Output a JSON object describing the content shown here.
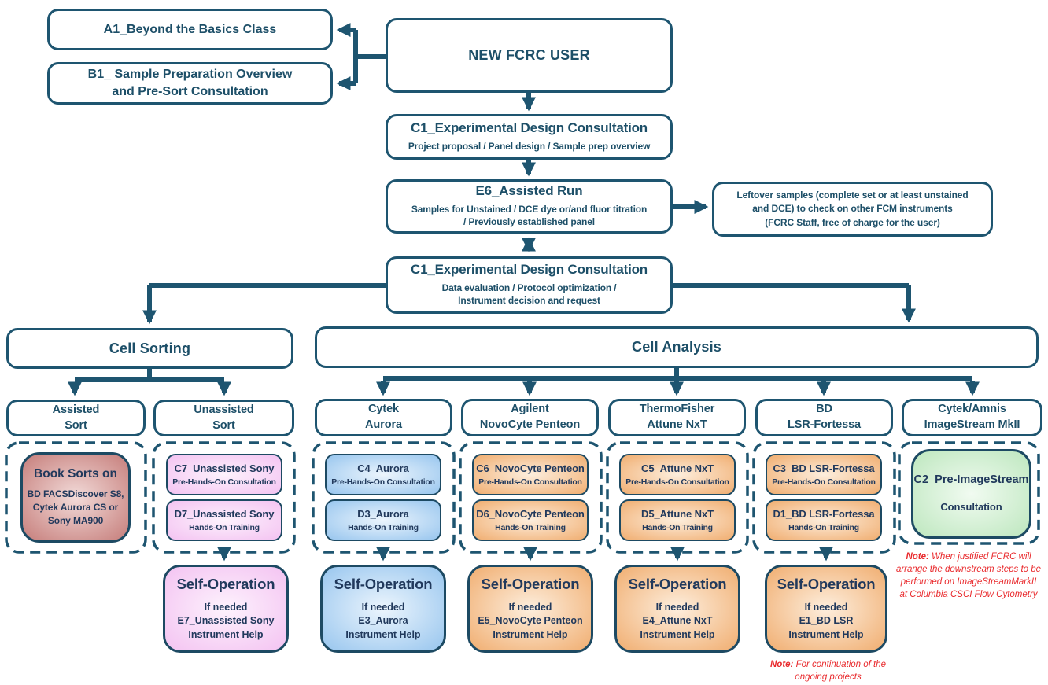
{
  "flow": {
    "a1": "A1_Beyond the Basics Class",
    "b1": "B1_ Sample Preparation Overview\nand Pre-Sort Consultation",
    "new_user": "NEW FCRC USER",
    "c1_first": {
      "title": "C1_Experimental Design Consultation",
      "sub": "Project proposal / Panel design / Sample prep overview"
    },
    "e6": {
      "title": "E6_Assisted Run",
      "sub": "Samples for Unstained / DCE dye or/and fluor titration\n/ Previously established panel"
    },
    "leftover": "Leftover samples (complete set or at least unstained\nand DCE) to check on other FCM instruments\n(FCRC Staff, free of charge for the user)",
    "c1_second": {
      "title": "C1_Experimental Design Consultation",
      "sub": "Data evaluation / Protocol optimization /\nInstrument decision and request"
    },
    "cell_sorting": "Cell Sorting",
    "cell_analysis": "Cell Analysis",
    "headers": {
      "assisted": "Assisted\nSort",
      "unassisted": "Unassisted\nSort",
      "aurora": "Cytek\nAurora",
      "novocyte": "Agilent\nNovoCyte Penteon",
      "attune": "ThermoFisher\nAttune NxT",
      "bd": "BD\nLSR-Fortessa",
      "imagestream": "Cytek/Amnis\nImageStream MkII"
    },
    "book_sorts": {
      "title": "Book Sorts on",
      "sub": "BD FACSDiscover S8,\nCytek Aurora CS or\nSony MA900"
    },
    "steps": {
      "c7": {
        "title": "C7_Unassisted Sony",
        "sub": "Pre-Hands-On Consultation"
      },
      "d7": {
        "title": "D7_Unassisted Sony",
        "sub": "Hands-On Training"
      },
      "c4": {
        "title": "C4_Aurora",
        "sub": "Pre-Hands-On Consultation"
      },
      "d3": {
        "title": "D3_Aurora",
        "sub": "Hands-On Training"
      },
      "c6": {
        "title": "C6_NovoCyte Penteon",
        "sub": "Pre-Hands-On Consultation"
      },
      "d6": {
        "title": "D6_NovoCyte Penteon",
        "sub": "Hands-On Training"
      },
      "c5": {
        "title": "C5_Attune NxT",
        "sub": "Pre-Hands-On Consultation"
      },
      "d5": {
        "title": "D5_Attune NxT",
        "sub": "Hands-On Training"
      },
      "c3": {
        "title": "C3_BD LSR-Fortessa",
        "sub": "Pre-Hands-On Consultation"
      },
      "d1": {
        "title": "D1_BD LSR-Fortessa",
        "sub": "Hands-On Training"
      },
      "c2": {
        "title": "C2_Pre-ImageStream",
        "sub": "Consultation"
      }
    },
    "self_op": {
      "title": "Self-Operation",
      "sony": "If needed\nE7_Unassisted Sony\nInstrument Help",
      "aurora": "If needed\nE3_Aurora\nInstrument Help",
      "novocyte": "If needed\nE5_NovoCyte Penteon\nInstrument Help",
      "attune": "If needed\nE4_Attune NxT\nInstrument Help",
      "bd": "If needed\nE1_BD LSR\nInstrument Help"
    },
    "notes": {
      "label": "Note:",
      "imagestream": "When justified FCRC will\narrange the downstream steps to be\nperformed on ImageStreamMarkII\nat Columbia CSCI Flow Cytometry",
      "bd": "For continuation of the\nongoing projects"
    },
    "colors": {
      "line": "#1e5570",
      "heading_text": "#1d4f68",
      "node_text": "#21395c",
      "note_red": "#e92a2d"
    }
  }
}
